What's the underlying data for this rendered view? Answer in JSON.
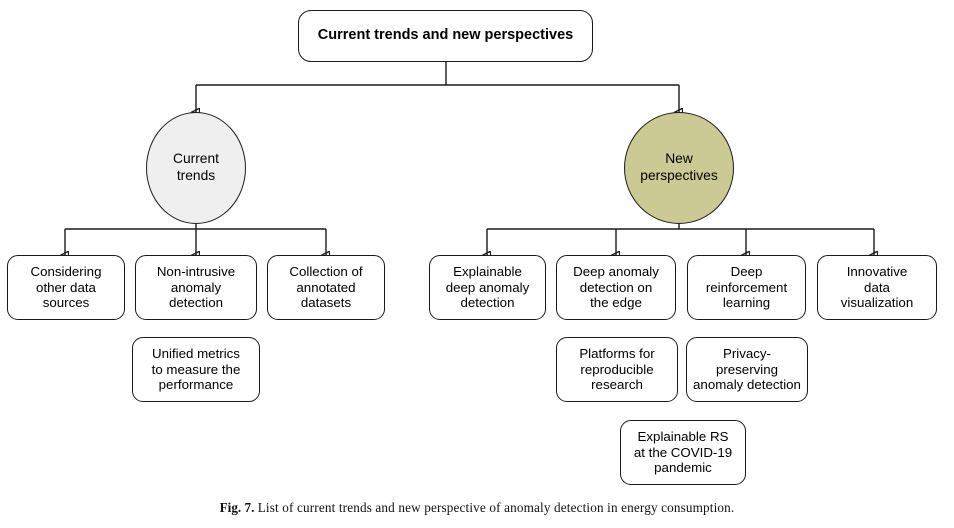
{
  "figure": {
    "caption_number": "Fig. 7.",
    "caption_text": "List of current trends and new perspective of anomaly detection in energy consumption."
  },
  "colors": {
    "current_trends_fill": "#efefef",
    "new_perspectives_fill": "#cbc994",
    "box_fill": "#ffffff",
    "stroke": "#1a1a1a",
    "text": "#000000"
  },
  "root": {
    "label": "Current trends and new perspectives"
  },
  "branches": [
    {
      "key": "current_trends",
      "ellipse_label": "Current\ntrends",
      "fill": "#efefef",
      "children": [
        {
          "label": "Considering\nother data\nsources"
        },
        {
          "label": "Non-intrusive\nanomaly\ndetection"
        },
        {
          "label": "Collection of\nannotated\ndatasets"
        }
      ],
      "extra_rows": [
        {
          "label": "Unified metrics\nto measure the\nperformance"
        }
      ]
    },
    {
      "key": "new_perspectives",
      "ellipse_label": "New\nperspectives",
      "fill": "#cbc994",
      "children": [
        {
          "label": "Explainable\ndeep anomaly\ndetection"
        },
        {
          "label": "Deep anomaly\ndetection on\nthe edge"
        },
        {
          "label": "Deep\nreinforcement\nlearning"
        },
        {
          "label": "Innovative\ndata\nvisualization"
        }
      ],
      "extra_rows": [
        {
          "label": "Platforms for\nreproducible\nresearch"
        },
        {
          "label": "Privacy-\npreserving\nanomaly detection"
        },
        {
          "label": "Explainable RS\nat the COVID-19\npandemic"
        }
      ]
    }
  ]
}
